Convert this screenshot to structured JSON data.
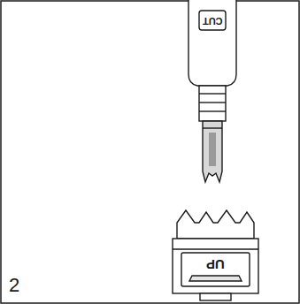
{
  "diagram": {
    "labels": [
      "CUT",
      "UP",
      "2"
    ]
  }
}
